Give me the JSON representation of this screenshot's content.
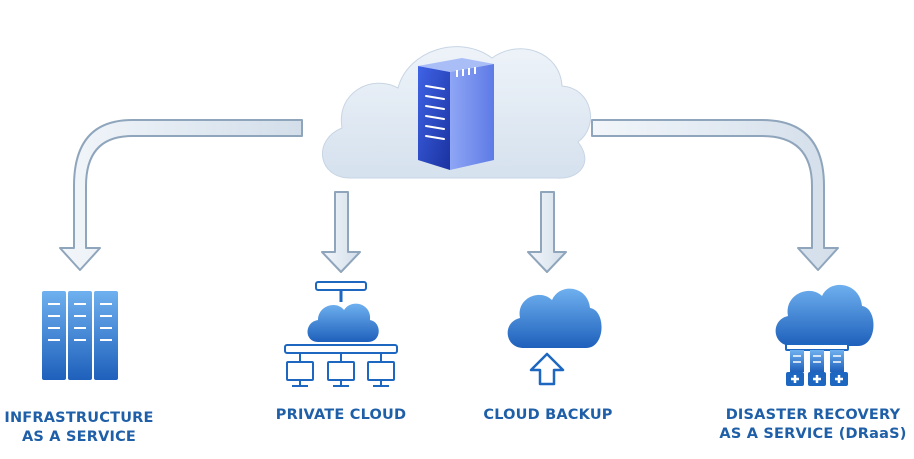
{
  "colors": {
    "label": "#1f5fa8",
    "arrow_fill": "#e4ecf5",
    "arrow_stroke": "#8fa5bc",
    "cloud": "#dfe9f4",
    "server_dark": "#1d3aa8",
    "server_light": "#5c7cf0",
    "icon_dark": "#1e67c0",
    "icon_light": "#7ab4ef"
  },
  "center": {
    "icon": "server-tower-icon",
    "backdrop": "cloud-icon"
  },
  "services": [
    {
      "icon": "server-rack-icon",
      "label_lines": [
        "INFRASTRUCTURE",
        "AS A SERVICE"
      ]
    },
    {
      "icon": "private-cloud-network-icon",
      "label_lines": [
        "PRIVATE CLOUD"
      ]
    },
    {
      "icon": "cloud-upload-icon",
      "label_lines": [
        "CLOUD BACKUP"
      ]
    },
    {
      "icon": "cloud-servers-icon",
      "label_lines": [
        "DISASTER RECOVERY",
        "AS A SERVICE (DRaaS)"
      ]
    }
  ]
}
